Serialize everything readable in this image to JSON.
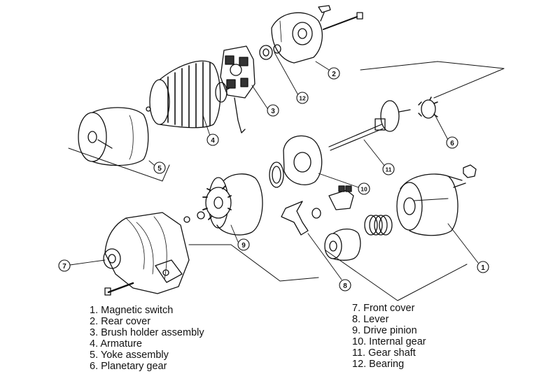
{
  "callouts": [
    "1",
    "2",
    "3",
    "4",
    "5",
    "6",
    "7",
    "8",
    "9",
    "10",
    "11",
    "12"
  ],
  "legend": [
    {
      "n": "1",
      "text": "1. Magnetic switch"
    },
    {
      "n": "2",
      "text": "2. Rear cover"
    },
    {
      "n": "3",
      "text": "3. Brush holder assembly"
    },
    {
      "n": "4",
      "text": "4. Armature"
    },
    {
      "n": "5",
      "text": "5. Yoke assembly"
    },
    {
      "n": "6",
      "text": "6. Planetary gear"
    },
    {
      "n": "7",
      "text": "7. Front cover"
    },
    {
      "n": "8",
      "text": "8. Lever"
    },
    {
      "n": "9",
      "text": "9. Drive pinion"
    },
    {
      "n": "10",
      "text": "10. Internal gear"
    },
    {
      "n": "11",
      "text": "11. Gear shaft"
    },
    {
      "n": "12",
      "text": "12. Bearing"
    }
  ],
  "colors": {
    "ink": "#111111",
    "paper": "#ffffff",
    "shade": "#555555"
  }
}
